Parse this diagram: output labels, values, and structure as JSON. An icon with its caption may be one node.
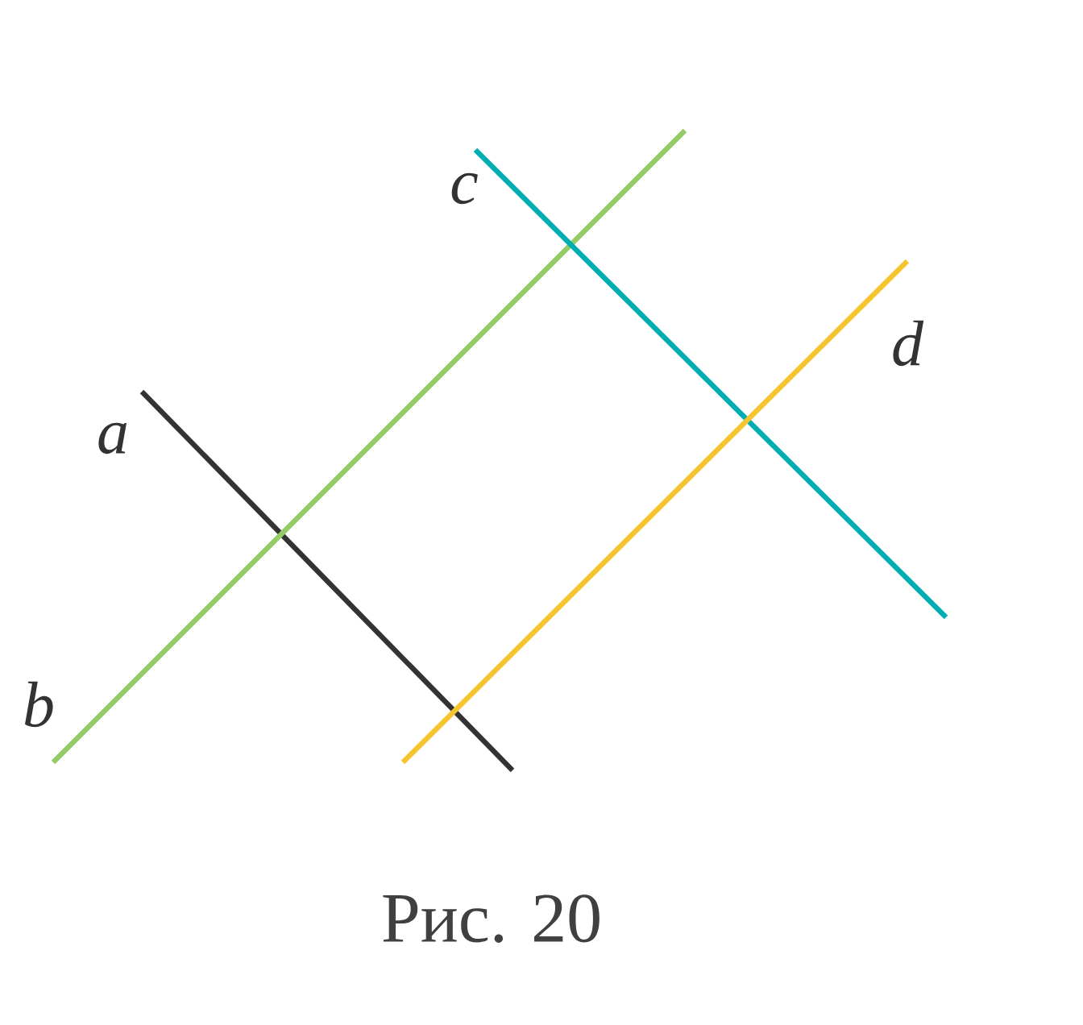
{
  "diagram": {
    "caption": "Рис. 20",
    "labels": [
      "a",
      "b",
      "c",
      "d"
    ]
  }
}
